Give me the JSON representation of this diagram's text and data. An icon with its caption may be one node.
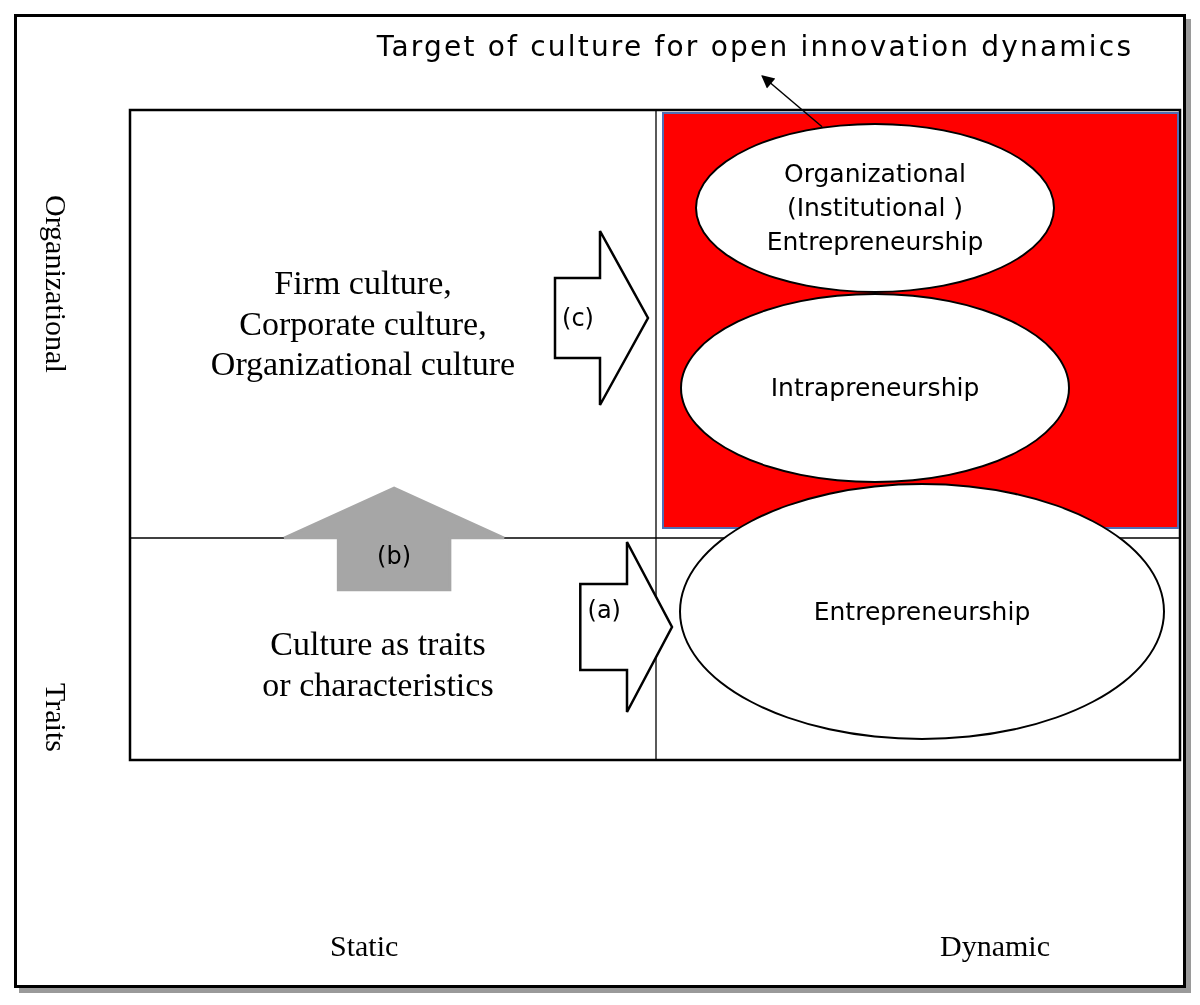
{
  "diagram": {
    "nodes": [
      {
        "text": [
          "Target of culture for open innovation dynamics"
        ]
      },
      {
        "text": [
          "Firm culture, Corporate culture, Organizational culture"
        ]
      },
      {
        "text": [],
        "shape": "box"
      },
      {
        "text": [
          "Organizational (Institutional ) Entrepreneurship"
        ],
        "in": 2
      },
      {
        "text": [
          "Intrapreneurship"
        ],
        "in": 2
      },
      {
        "text": [
          "Entrepreneurship"
        ]
      },
      {
        "text": [
          "Culture as traits or characteristics"
        ]
      }
    ],
    "edges": [
      {
        "from": 3,
        "to": 0,
        "arrow": "to"
      },
      {
        "from": 1,
        "to": 2,
        "arrow": "to",
        "label": "(c)",
        "style": "thick"
      },
      {
        "from": 6,
        "to": 5,
        "arrow": "to",
        "label": "(a)",
        "style": "thick"
      },
      {
        "from": 6,
        "to": 1,
        "arrow": "to",
        "label": "(b)",
        "style": "thick",
        "color": "#a6a6a6"
      }
    ],
    "labels": [
      "Organizational",
      "Traits",
      "Static",
      "Dynamic"
    ]
  }
}
